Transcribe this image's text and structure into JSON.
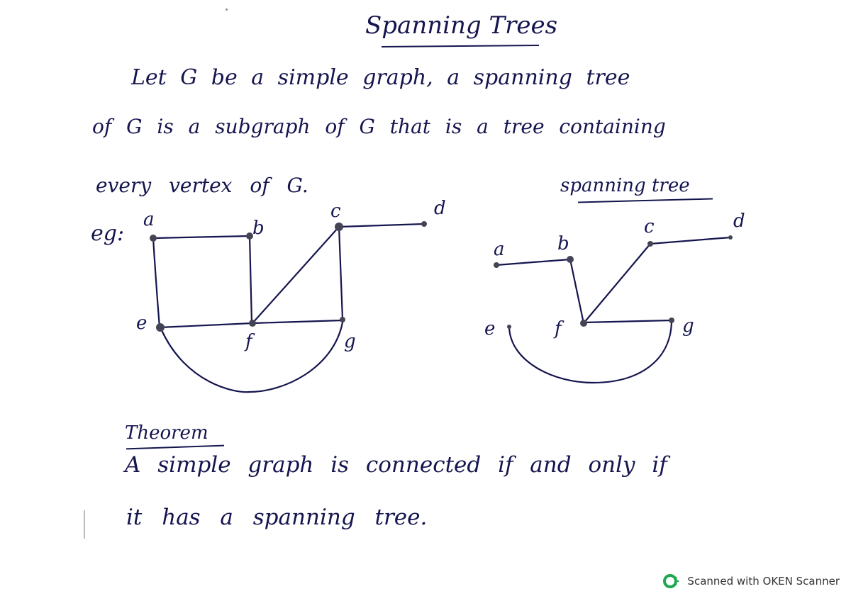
{
  "document": {
    "title": "Spanning Trees",
    "definition": {
      "line1": "Let G be a simple graph, a spanning tree",
      "line2": "of G is a subgraph of G that is a tree containing",
      "line3": "every vertex of G."
    },
    "example_label": "eg:",
    "spanning_tree_label": "spanning tree",
    "graph_G": {
      "vertices": [
        "a",
        "b",
        "c",
        "d",
        "e",
        "f",
        "g"
      ],
      "edges": [
        [
          "a",
          "b"
        ],
        [
          "a",
          "e"
        ],
        [
          "b",
          "f"
        ],
        [
          "c",
          "d"
        ],
        [
          "c",
          "f"
        ],
        [
          "c",
          "g"
        ],
        [
          "e",
          "f"
        ],
        [
          "f",
          "g"
        ],
        [
          "e",
          "g"
        ]
      ]
    },
    "spanning_tree": {
      "vertices": [
        "a",
        "b",
        "c",
        "d",
        "e",
        "f",
        "g"
      ],
      "edges": [
        [
          "a",
          "b"
        ],
        [
          "b",
          "f"
        ],
        [
          "c",
          "f"
        ],
        [
          "c",
          "d"
        ],
        [
          "f",
          "g"
        ],
        [
          "e",
          "g"
        ]
      ]
    },
    "labels": {
      "a": "a",
      "b": "b",
      "c": "c",
      "d": "d",
      "e": "e",
      "f": "f",
      "g": "g"
    },
    "theorem": {
      "title": "Theorem",
      "line1": "A simple graph is connected if and only if",
      "line2": "it has a spanning tree."
    }
  },
  "watermark": {
    "text": "Scanned with OKEN Scanner",
    "icon": "oken-logo-icon",
    "color": "#1fa84f"
  }
}
